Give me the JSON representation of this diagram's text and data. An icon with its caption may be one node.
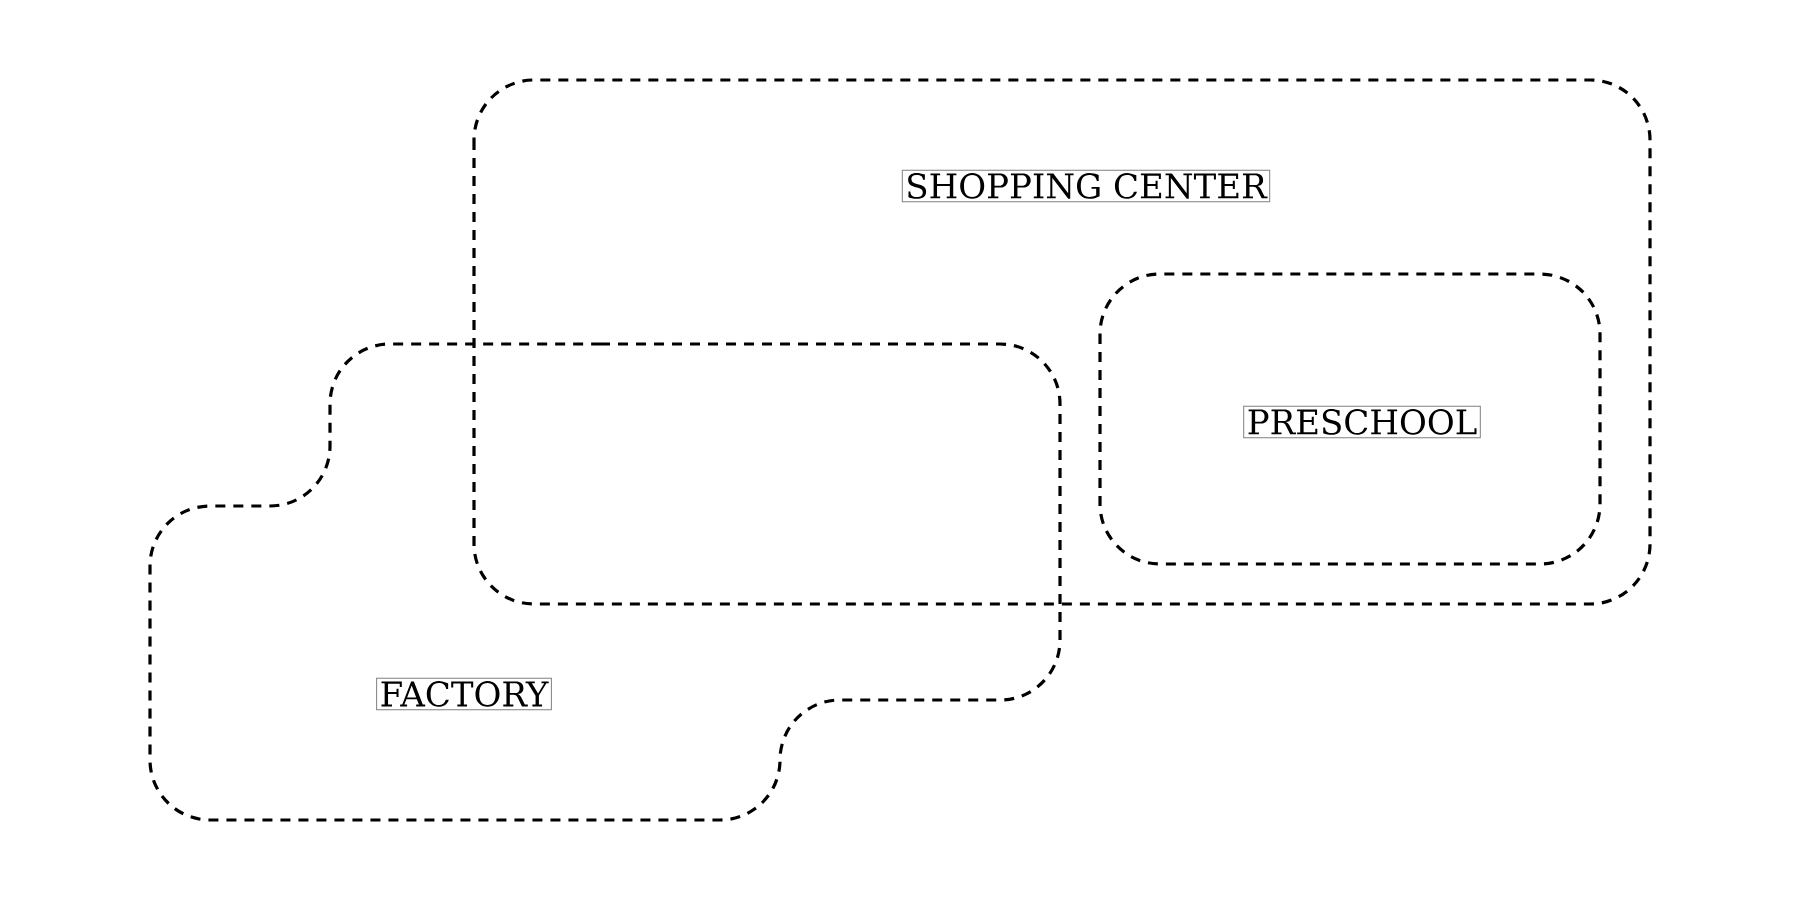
{
  "diagram": {
    "nodes": [
      {
        "text": [
          "SHOPPING CENTER"
        ]
      },
      {
        "text": [
          "PRESCHOOL"
        ],
        "in": 0
      },
      {
        "text": [
          "FACTORY"
        ]
      }
    ]
  }
}
